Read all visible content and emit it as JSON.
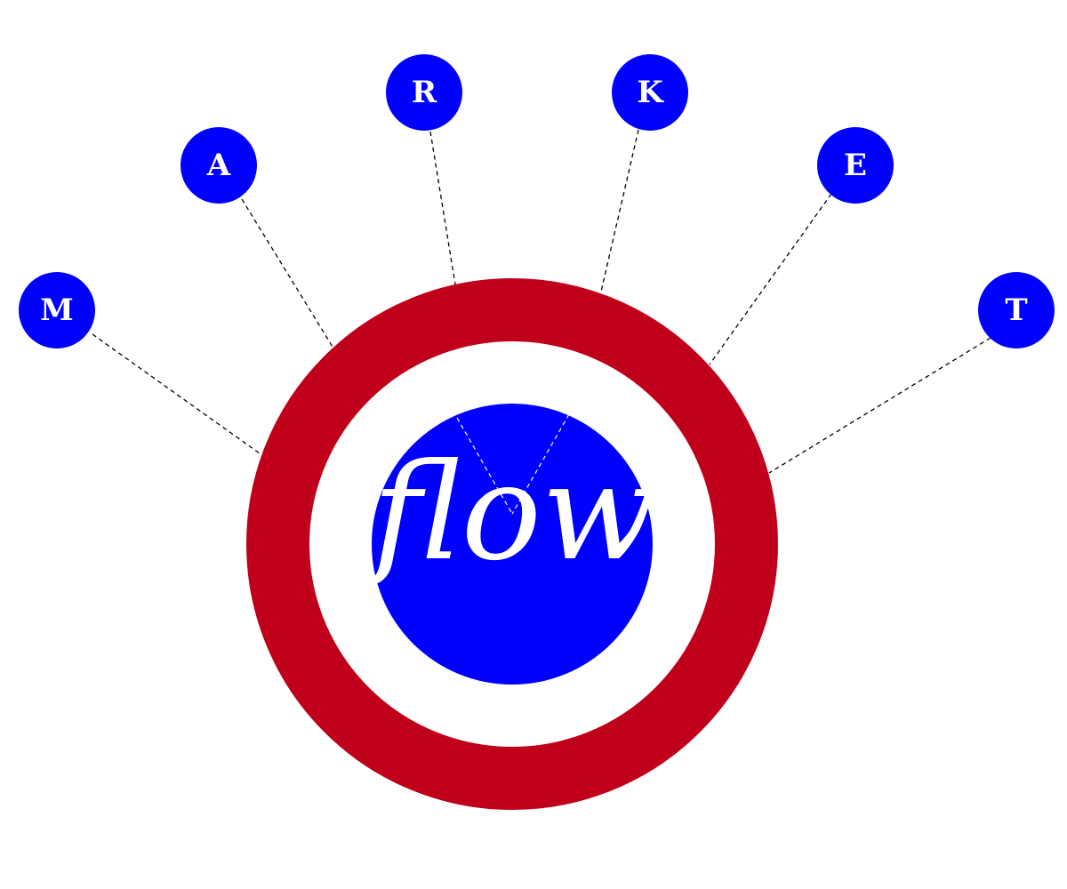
{
  "diagram": {
    "center_word": "flow",
    "nodes": [
      {
        "letter": "M"
      },
      {
        "letter": "A"
      },
      {
        "letter": "R"
      },
      {
        "letter": "K"
      },
      {
        "letter": "E"
      },
      {
        "letter": "T"
      }
    ],
    "colors": {
      "ring": "#c0001a",
      "node_fill": "#0000ff",
      "core_fill": "#0000ff",
      "text": "#ffffff",
      "connector": "#000000",
      "background": "#ffffff"
    }
  }
}
